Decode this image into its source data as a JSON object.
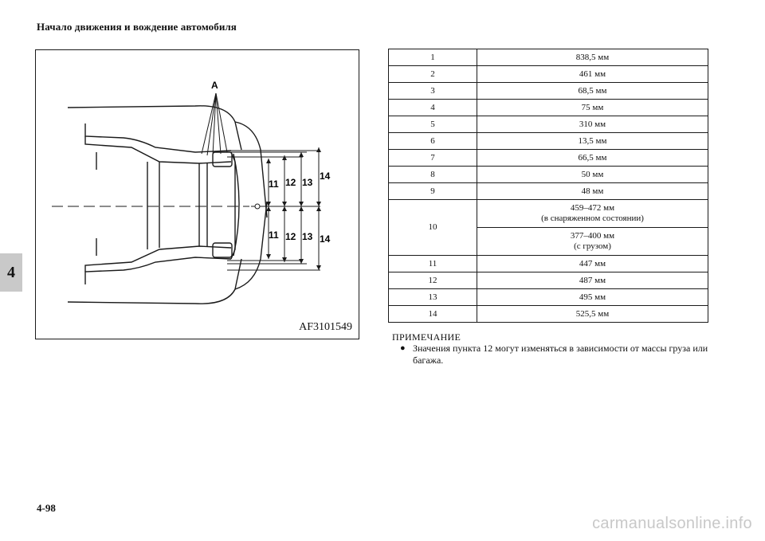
{
  "header": {
    "title": "Начало движения и вождение автомобиля"
  },
  "chapter_tab": "4",
  "figure": {
    "code": "AF3101549",
    "label_a": "A",
    "dim_labels_upper": [
      "11",
      "12",
      "13",
      "14"
    ],
    "dim_labels_lower": [
      "11",
      "12",
      "13",
      "14"
    ]
  },
  "table": {
    "rows": [
      {
        "num": "1",
        "value": "838,5 мм"
      },
      {
        "num": "2",
        "value": "461 мм"
      },
      {
        "num": "3",
        "value": "68,5 мм"
      },
      {
        "num": "4",
        "value": "75 мм"
      },
      {
        "num": "5",
        "value": "310 мм"
      },
      {
        "num": "6",
        "value": "13,5 мм"
      },
      {
        "num": "7",
        "value": "66,5 мм"
      },
      {
        "num": "8",
        "value": "50 мм"
      },
      {
        "num": "9",
        "value": "48 мм"
      },
      {
        "num": "10",
        "value_a_line1": "459–472 мм",
        "value_a_line2": "(в снаряженном состоянии)",
        "value_b_line1": "377–400 мм",
        "value_b_line2": "(с грузом)"
      },
      {
        "num": "11",
        "value": "447 мм"
      },
      {
        "num": "12",
        "value": "487 мм"
      },
      {
        "num": "13",
        "value": "495 мм"
      },
      {
        "num": "14",
        "value": "525,5 мм"
      }
    ]
  },
  "note": {
    "title": "ПРИМЕЧАНИЕ",
    "bullet": "●",
    "text": "Значения пункта 12 могут изменяться в зависимости от массы груза или багажа."
  },
  "footer": {
    "page_number": "4-98"
  },
  "watermark": "carmanualsonline.info"
}
